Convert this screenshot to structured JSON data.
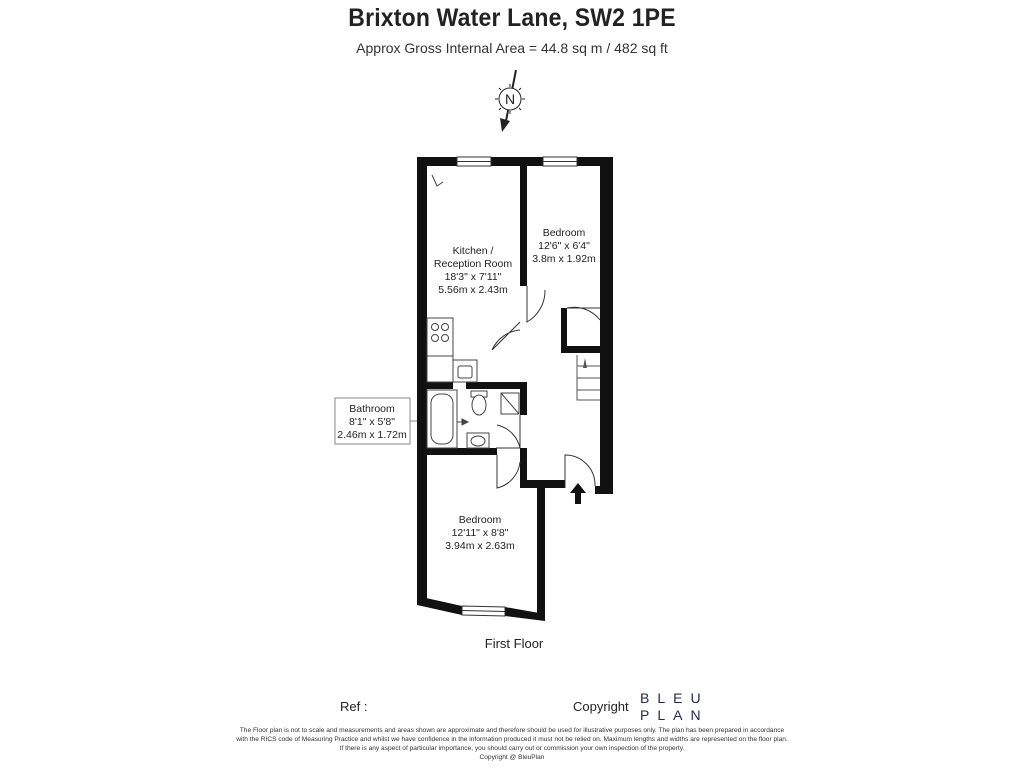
{
  "title": "Brixton Water Lane, SW2 1PE",
  "subtitle": "Approx Gross Internal Area = 44.8 sq m / 482 sq ft",
  "compass": {
    "label": "N",
    "icon": "north-arrow-icon"
  },
  "rooms": {
    "kitchen": {
      "name_line1": "Kitchen /",
      "name_line2": "Reception Room",
      "imperial": "18'3\" x 7'11\"",
      "metric": "5.56m x 2.43m"
    },
    "bedroom_top": {
      "name": "Bedroom",
      "imperial": "12'6\" x 6'4\"",
      "metric": "3.8m x 1.92m"
    },
    "bathroom": {
      "name": "Bathroom",
      "imperial": "8'1\" x 5'8\"",
      "metric": "2.46m x 1.72m"
    },
    "bedroom_bottom": {
      "name": "Bedroom",
      "imperial": "12'11\" x 8'8\"",
      "metric": "3.94m x 2.63m"
    }
  },
  "floor_label": "First Floor",
  "footer": {
    "ref_label": "Ref  :",
    "copyright_label": "Copyright",
    "brand_line1": "BLEU",
    "brand_line2": "PLAN",
    "disclaimer": [
      "The Floor plan is not to scale and measurements and areas shown are approximate and therefore should be used for illustrative purposes only. The plan has been prepared in accordance",
      "with the RICS code of Measuring Practice and whilst we have confidence in the information produced it must not be relied on. Maximum lengths and widths are represented on the floor plan.",
      "If there is any aspect of particular importance, you should carry out or commission your own inspection of the property.",
      "Copyright @ BleuPlan"
    ]
  },
  "colors": {
    "wall": "#111111",
    "brand": "#1d2a4d",
    "text": "#222222"
  }
}
